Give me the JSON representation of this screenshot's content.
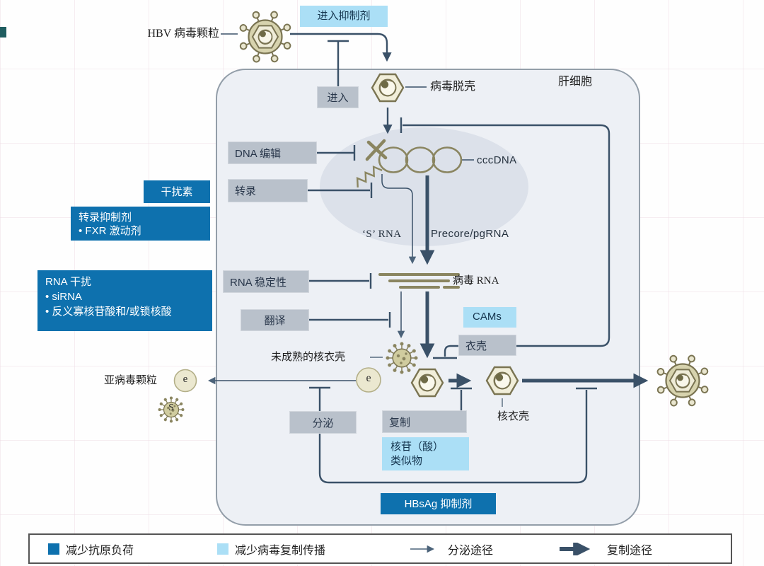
{
  "colors": {
    "accent_dark_blue": "#0e71ae",
    "accent_light_blue": "#abdff6",
    "step_box_gray": "#b9c1cb",
    "connector_dark": "#3a5168",
    "virus_olive": "#7a7452",
    "cell_fill": "#edf0f5",
    "nucleus_fill": "#dce1ea"
  },
  "cell": {
    "name": "肝细胞"
  },
  "particles": {
    "hbv_virion": "HBV 病毒颗粒",
    "viral_uncoating": "病毒脱壳",
    "cccdna": "cccDNA",
    "viral_rna": "病毒 RNA",
    "immature_nucleocapsid": "未成熟的核衣壳",
    "nucleocapsid": "核衣壳",
    "subviral_particles": "亚病毒颗粒",
    "e_antigen": "e",
    "s_antigen": "S"
  },
  "transcripts": {
    "s_rna": "‘S’ RNA",
    "precore_pgrna": "Precore/pgRNA"
  },
  "steps": {
    "entry": "进入",
    "dna_editing": "DNA 编辑",
    "transcription": "转录",
    "rna_stability": "RNA 稳定性",
    "translation": "翻译",
    "secretion": "分泌",
    "replication": "复制",
    "capsid": "衣壳"
  },
  "drugs": {
    "entry_inhibitor": "进入抑制剂",
    "interferon": "干扰素",
    "transcription_inhibitor_line1": "转录抑制剂",
    "transcription_inhibitor_line2": "• FXR 激动剂",
    "rna_interference_line1": "RNA 干扰",
    "rna_interference_line2": "• siRNA",
    "rna_interference_line3": "• 反义寡核苷酸和/或锁核酸",
    "cams": "CAMs",
    "nucleoside_analogue_line1": "核苷（酸）",
    "nucleoside_analogue_line2": "类似物",
    "hbsag_inhibitor": "HBsAg 抑制剂"
  },
  "legend": {
    "items": [
      {
        "swatch": "dark-square",
        "label": "减少抗原负荷"
      },
      {
        "swatch": "light-square",
        "label": "减少病毒复制传播"
      },
      {
        "swatch": "thin-arrow",
        "label": "分泌途径"
      },
      {
        "swatch": "thick-arrow",
        "label": "复制途径"
      }
    ]
  }
}
